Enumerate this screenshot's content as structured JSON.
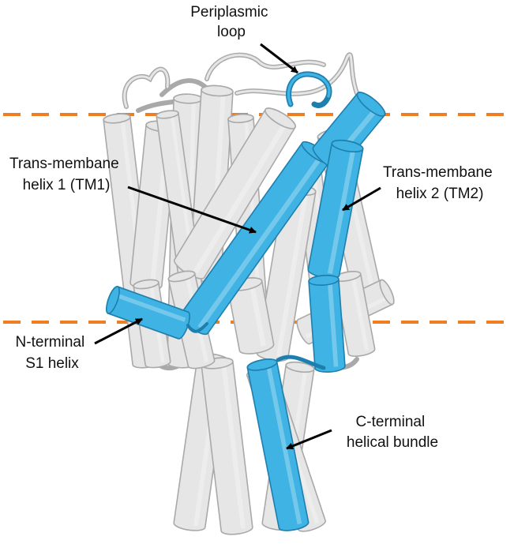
{
  "colors": {
    "highlight_helix": "#3fb3e3",
    "highlight_edge": "#1e7fae",
    "grey_helix": "#e6e6e6",
    "grey_edge": "#a9a9a9",
    "membrane_line": "#ef7d22",
    "arrow": "#000000"
  },
  "labels": {
    "periplasmic": [
      "Periplasmic",
      "loop"
    ],
    "tm1": [
      "Trans-membane",
      "helix 1 (TM1)"
    ],
    "tm2": [
      "Trans-membane",
      "helix 2 (TM2)"
    ],
    "nterm": [
      "N-terminal",
      "S1 helix"
    ],
    "cterm": [
      "C-terminal",
      "helical bundle"
    ]
  }
}
